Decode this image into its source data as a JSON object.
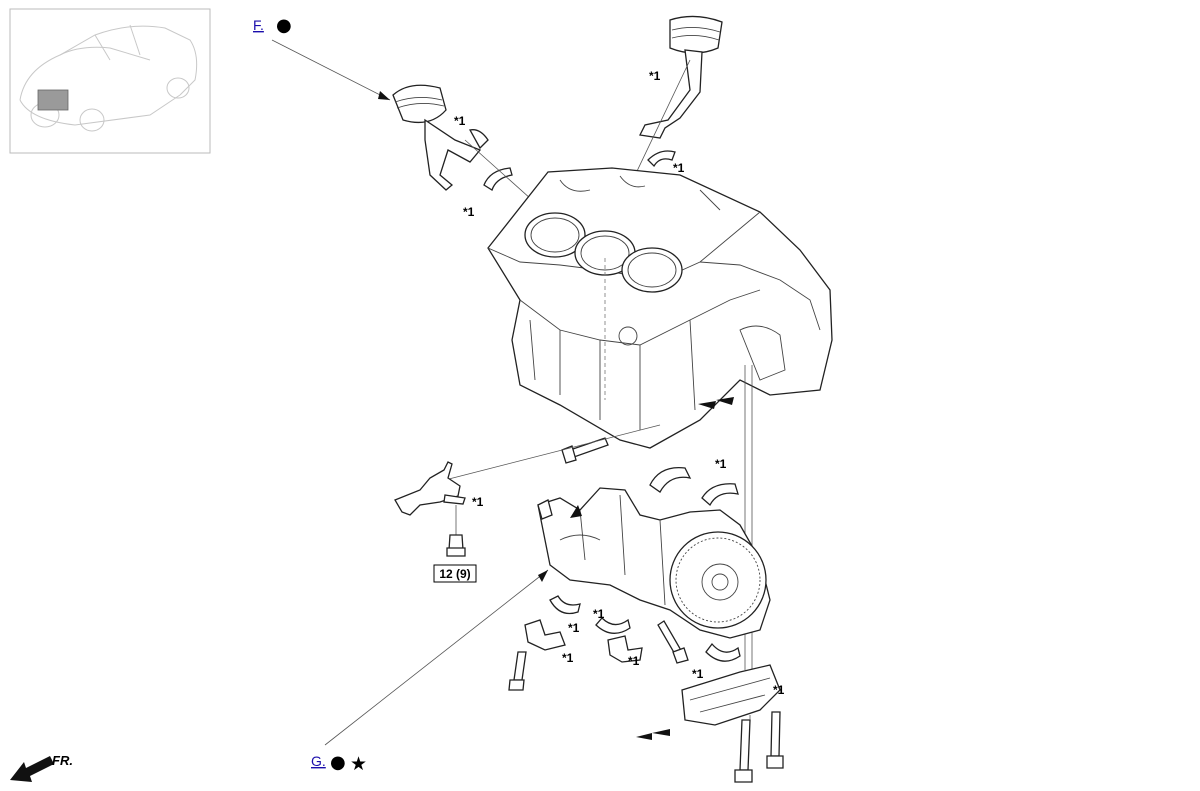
{
  "links": {
    "f": "F.",
    "g": "G."
  },
  "symbols": {
    "dot": "●",
    "star": "★"
  },
  "callout": "*1",
  "torque": "12 (9)",
  "front_label": "FR."
}
